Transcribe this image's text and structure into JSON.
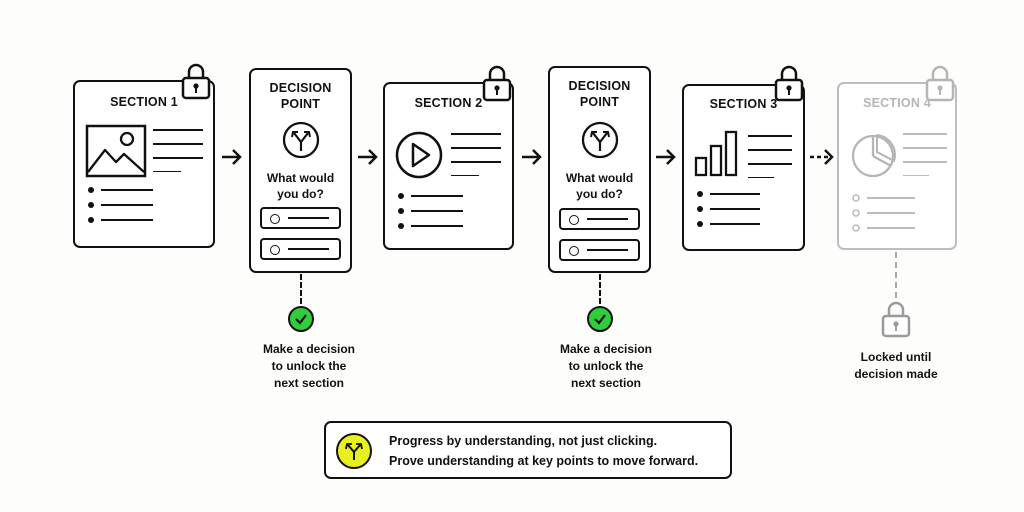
{
  "sections": [
    {
      "title": "SECTION 1",
      "icon": "image-icon"
    },
    {
      "title": "SECTION 2",
      "icon": "play-icon"
    },
    {
      "title": "SECTION 3",
      "icon": "bar-chart-icon"
    },
    {
      "title": "SECTION 4",
      "icon": "pie-chart-icon",
      "state": "locked"
    }
  ],
  "decision_points": [
    {
      "title_line1": "DECISION",
      "title_line2": "POINT",
      "question_line1": "What would",
      "question_line2": "you do?",
      "icon": "branch-icon"
    },
    {
      "title_line1": "DECISION",
      "title_line2": "POINT",
      "question_line1": "What would",
      "question_line2": "you do?",
      "icon": "branch-icon"
    }
  ],
  "notes": {
    "decision_note": [
      "Make a decision",
      "to unlock the",
      "next section"
    ],
    "locked_note": [
      "Locked until",
      "decision made"
    ]
  },
  "callout": {
    "line1": "Progress by understanding, not just clicking.",
    "line2": "Prove understanding at key points to move forward.",
    "icon": "branch-icon"
  },
  "colors": {
    "check_green": "#2fcf3c",
    "callout_yellow": "#e8f11e",
    "locked_gray": "#bdbdbd"
  }
}
